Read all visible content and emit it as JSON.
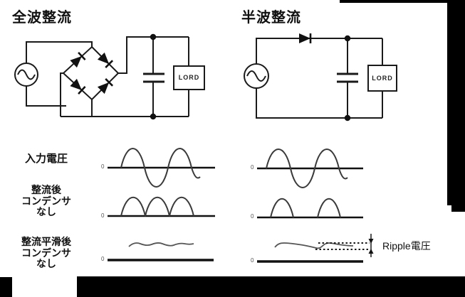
{
  "titles": {
    "full_wave": "全波整流",
    "half_wave": "半波整流"
  },
  "circuits": {
    "full_wave": {
      "load_label": "LORD"
    },
    "half_wave": {
      "load_label": "LORD"
    }
  },
  "waveform_rows": [
    {
      "lines": [
        "入力電圧"
      ],
      "zero": "0"
    },
    {
      "lines": [
        "整流後",
        "コンデンサ",
        "なし"
      ],
      "zero": "0"
    },
    {
      "lines": [
        "整流平滑後",
        "コンデンサ",
        "なし"
      ],
      "zero": "0"
    }
  ],
  "annotations": {
    "ripple_label": "Ripple電圧"
  },
  "colors": {
    "line": "#1a1a1a",
    "wave": "#3a3a3a",
    "bar": "#000000",
    "background": "#ffffff"
  }
}
